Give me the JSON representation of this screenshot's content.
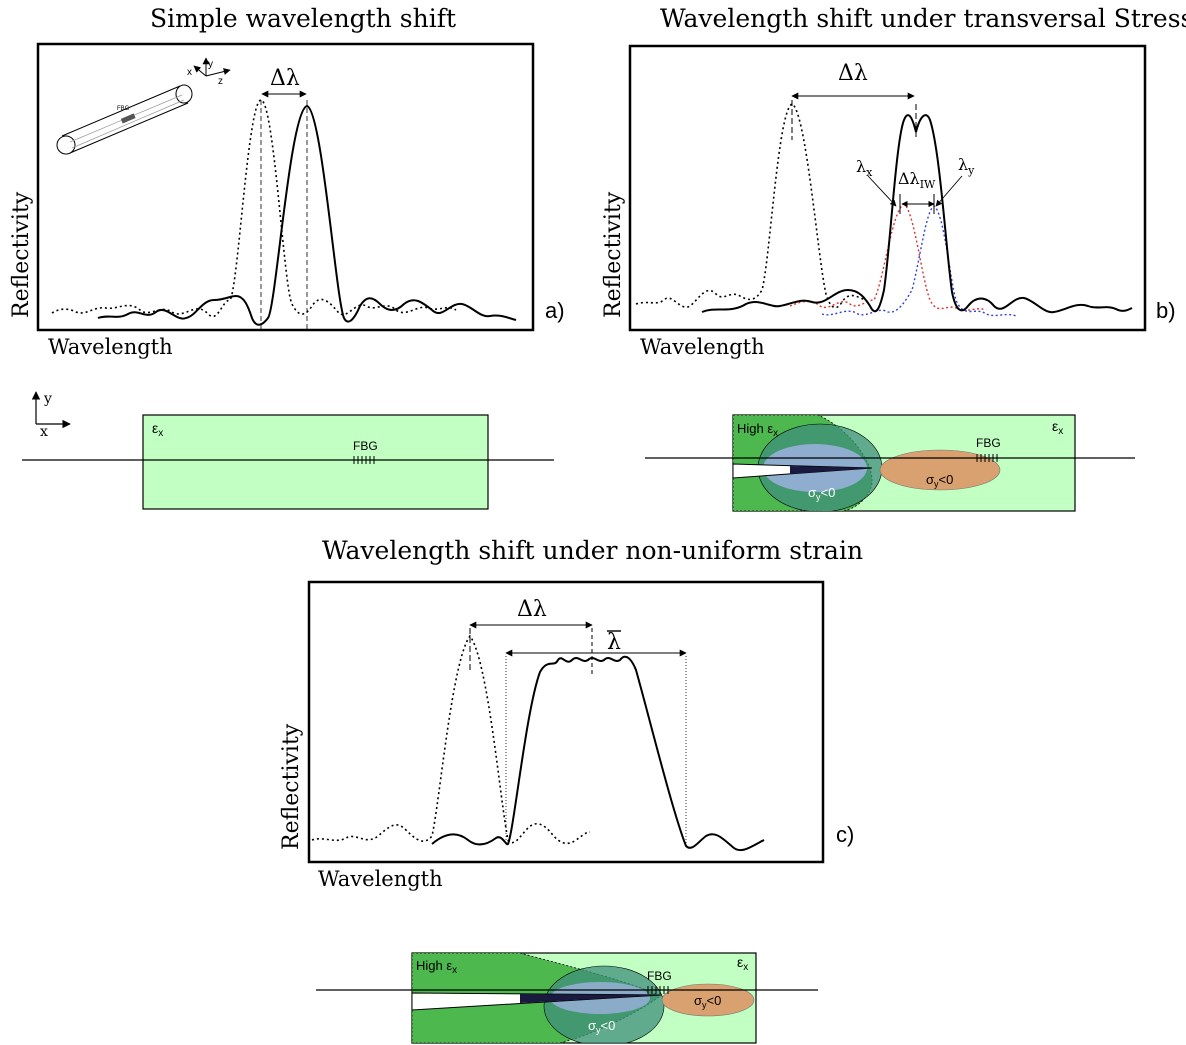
{
  "panels": {
    "a": {
      "title": "Simple wavelength shift",
      "ylabel": "Reflectivity",
      "xlabel": "Wavelength",
      "tag": "a)",
      "delta": "Δλ",
      "inset_fbg": "FBG",
      "axes": {
        "x": "x",
        "y": "y",
        "z": "z"
      }
    },
    "b": {
      "title": "Wavelength shift under transversal Stress",
      "ylabel": "Reflectivity",
      "xlabel": "Wavelength",
      "tag": "b)",
      "delta": "Δλ",
      "lambda_x": "λ",
      "lambda_x_sub": "x",
      "lambda_y": "λ",
      "lambda_y_sub": "y",
      "delta_iw": "Δλ",
      "delta_iw_sub": "IW"
    },
    "c": {
      "title": "Wavelength shift under non-uniform strain",
      "ylabel": "Reflectivity",
      "xlabel": "Wavelength",
      "tag": "c)",
      "delta": "Δλ",
      "lambda_bar": "λ"
    }
  },
  "specimens": {
    "plain": {
      "eps": "ε",
      "eps_sub": "x",
      "fbg": "FBG",
      "axis_x": "x",
      "axis_y": "y"
    },
    "crack_b": {
      "high": "High ε",
      "high_sub": "x",
      "eps": "ε",
      "eps_sub": "x",
      "fbg": "FBG",
      "sigma_left": "σ",
      "sigma_left_sub": "y",
      "sigma_left_rel": "<0",
      "sigma_right": "σ",
      "sigma_right_sub": "y",
      "sigma_right_rel": "<0"
    },
    "crack_c": {
      "high": "High ε",
      "high_sub": "x",
      "eps": "ε",
      "eps_sub": "x",
      "fbg": "FBG",
      "sigma_left": "σ",
      "sigma_left_sub": "y",
      "sigma_left_rel": "<0",
      "sigma_right": "σ",
      "sigma_right_sub": "y",
      "sigma_right_rel": "<0"
    }
  },
  "colors": {
    "specimen_light": "#c2ffc2",
    "specimen_dark": "#4db84d",
    "specimen_darker": "#2e7d32",
    "stress_zone_blue": "#aab4ee",
    "stress_zone_teal": "#3f8f7c",
    "stress_zone_orange": "#d9a070",
    "polar_x_curve": "#e03030",
    "polar_y_curve": "#3040e0"
  }
}
